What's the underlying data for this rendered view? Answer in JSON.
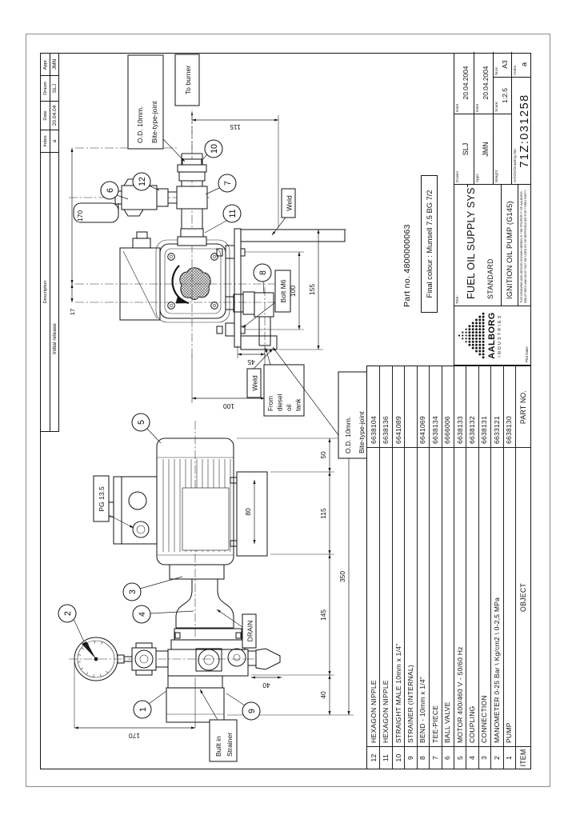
{
  "revision_table": {
    "headers": {
      "description": "Description",
      "index": "Index",
      "date": "Date",
      "drawn": "Drawn",
      "appr": "Appr."
    },
    "rows": [
      {
        "description": "Initial release",
        "index": "a",
        "date": "20.04.04",
        "drawn": "SLJ",
        "appr": "JMN"
      }
    ]
  },
  "parts_table": {
    "headers": {
      "item": "ITEM",
      "object": "OBJECT",
      "part_no": "PART NO."
    },
    "rows": [
      {
        "item": "12",
        "object": "HEXAGON NIPPLE",
        "part_no": "6638104"
      },
      {
        "item": "11",
        "object": "HEXAGON NIPPLE",
        "part_no": "6638136"
      },
      {
        "item": "10",
        "object": "STRAIGHT MALE  10mm x 1/4\"",
        "part_no": "6641089"
      },
      {
        "item": "9",
        "object": "STRAINER (INTERNAL)",
        "part_no": ""
      },
      {
        "item": "8",
        "object": "BEND - 10mm x 1/4\"",
        "part_no": "6641069"
      },
      {
        "item": "7",
        "object": "TEE-PIECE",
        "part_no": "6638134"
      },
      {
        "item": "6",
        "object": "BALL VALVE",
        "part_no": "6666006"
      },
      {
        "item": "5",
        "object": "MOTOR 400/460 V - 50/60 Hz",
        "part_no": "6638133"
      },
      {
        "item": "4",
        "object": "COUPLING",
        "part_no": "6638132"
      },
      {
        "item": "3",
        "object": "CONNECTION",
        "part_no": "6638131"
      },
      {
        "item": "2",
        "object": "MANOMETER 0-25 Bar \\ Kg/cm2 \\ 0-2,5 MPa",
        "part_no": "6633121"
      },
      {
        "item": "1",
        "object": "PUMP",
        "part_no": "6638130"
      }
    ]
  },
  "title_block": {
    "title_label": "Title:",
    "title": "FUEL OIL SUPPLY SYSTEM",
    "subtitle": "STANDARD",
    "object_title": "IGNITION OIL PUMP (G145)",
    "drawn_label": "Drawn",
    "drawn": "SLJ",
    "appr_label": "Appr.",
    "appr": "JMN",
    "date_label": "Date",
    "drawn_date": "20.04.2004",
    "appr_date": "20.04.2004",
    "weight_label": "Weight",
    "scale_label": "Scale:",
    "scale": "1:2.5",
    "size_label": "Size:",
    "size": "A3",
    "article_label": "Article/Drawing  No:",
    "article_no": "71Z:031258",
    "index_label": "Index",
    "index": "a",
    "company_line1": "AALBORG",
    "company_line2": "INDUSTRIES",
    "plot_date_label": "Plot Date:",
    "disclaimer": "This drawing and design shown herein is the property of Aalborg Industries and must not be used by or reproduced for third party"
  },
  "notes": {
    "part_no": "Part no. 4800000063",
    "final_colour": "Final colour : Munsell 7.5 BG 7/2"
  },
  "labels": {
    "od_line1": "O.D. 10mm.",
    "od_line2": "Bite-type-joint",
    "to_burner": "To burner",
    "from_tank_line1": "From",
    "from_tank_line2": "diesel",
    "from_tank_line3": "oil",
    "from_tank_line4": "tank",
    "weld": "Weld",
    "bolt_m6": "Bolt M6",
    "drain": "DRAIN",
    "pg": "PG 13.5",
    "strainer_line1": "Built in",
    "strainer_line2": "Strainer"
  },
  "balloons": {
    "b1": "1",
    "b2": "2",
    "b3": "3",
    "b4": "4",
    "b5": "5",
    "b6": "6",
    "b7": "7",
    "b8": "8",
    "b9": "9",
    "b10": "10",
    "b11": "11",
    "b12": "12"
  },
  "dimensions": {
    "front": {
      "pipe_to_bracket": "115",
      "valve_to_pump": "170",
      "port_offset": "17",
      "bolt_spacing": "100",
      "bracket_width": "155",
      "inlet_offset": "45",
      "inlet_drop": "100"
    },
    "side": {
      "fan_end": "50",
      "foot_length": "115",
      "pump_section": "145",
      "gauge_section": "40",
      "total_length": "350",
      "foot_holes": "80",
      "drain_drop": "40",
      "gauge_to_center": "170"
    }
  }
}
